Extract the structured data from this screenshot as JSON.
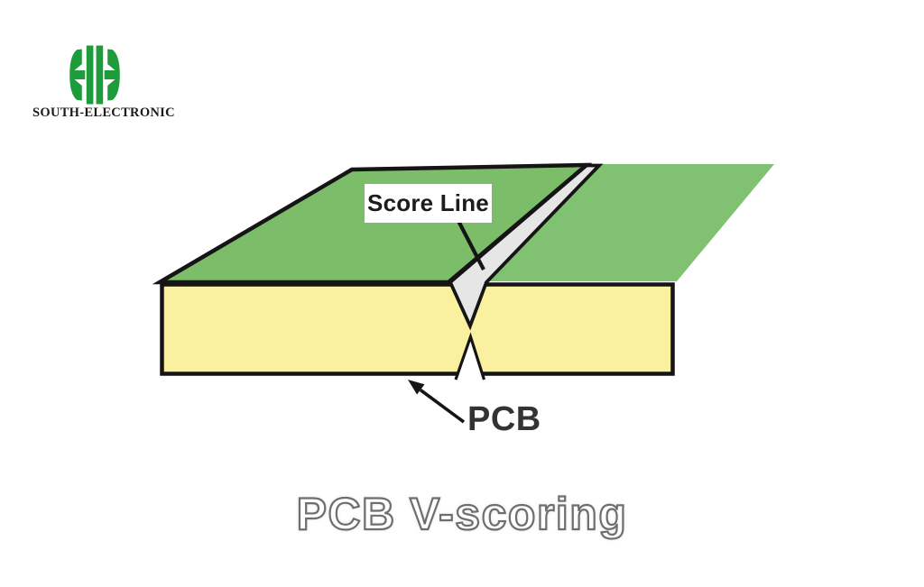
{
  "page": {
    "background": "#ffffff"
  },
  "logo": {
    "company": "SOUTH-ELECTRONIC",
    "icon": "hh-monogram-icon",
    "brand_green": "#1E9C3C",
    "text_color": "#1b1b1b"
  },
  "diagram": {
    "labels": {
      "score_line": "Score Line",
      "pcb": "PCB"
    },
    "colors": {
      "board_green": "#7CBD6A",
      "panel_green": "#80C172",
      "substrate_yellow": "#F9F1A0",
      "groove_gray": "#E6E6E6",
      "outline": "#151515"
    }
  },
  "title": {
    "text": "PCB V-scoring",
    "fill": "#ffffff",
    "outline": "#6e6e6e"
  }
}
